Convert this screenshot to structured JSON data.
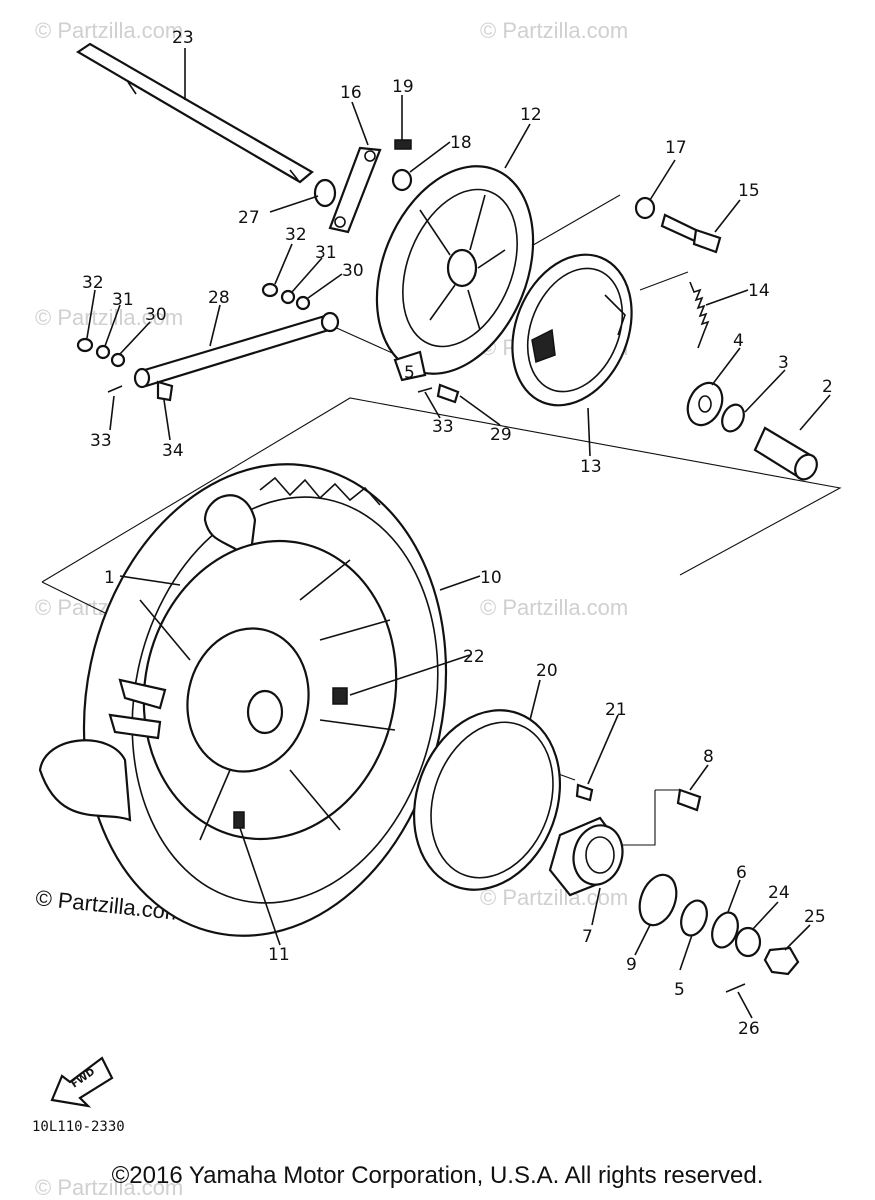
{
  "watermarks": {
    "faint": "© Partzilla.com",
    "bottom_left": "© Partzilla.com"
  },
  "diagram_code": "10L110-2330",
  "fwd_label": "FWD",
  "copyright": "©2016 Yamaha Motor Corporation, U.S.A. All rights reserved.",
  "callouts": {
    "c1": "1",
    "c2": "2",
    "c3": "3",
    "c4": "4",
    "c5": "5",
    "c5b": "5",
    "c6": "6",
    "c7": "7",
    "c8": "8",
    "c9": "9",
    "c10": "10",
    "c11": "11",
    "c12": "12",
    "c13": "13",
    "c14": "14",
    "c15": "15",
    "c16": "16",
    "c17": "17",
    "c18": "18",
    "c19": "19",
    "c20": "20",
    "c21": "21",
    "c22": "22",
    "c23": "23",
    "c24": "24",
    "c25": "25",
    "c26": "26",
    "c27": "27",
    "c28": "28",
    "c29": "29",
    "c30a": "30",
    "c30b": "30",
    "c31a": "31",
    "c31b": "31",
    "c32a": "32",
    "c32b": "32",
    "c33a": "33",
    "c33b": "33",
    "c34": "34"
  }
}
